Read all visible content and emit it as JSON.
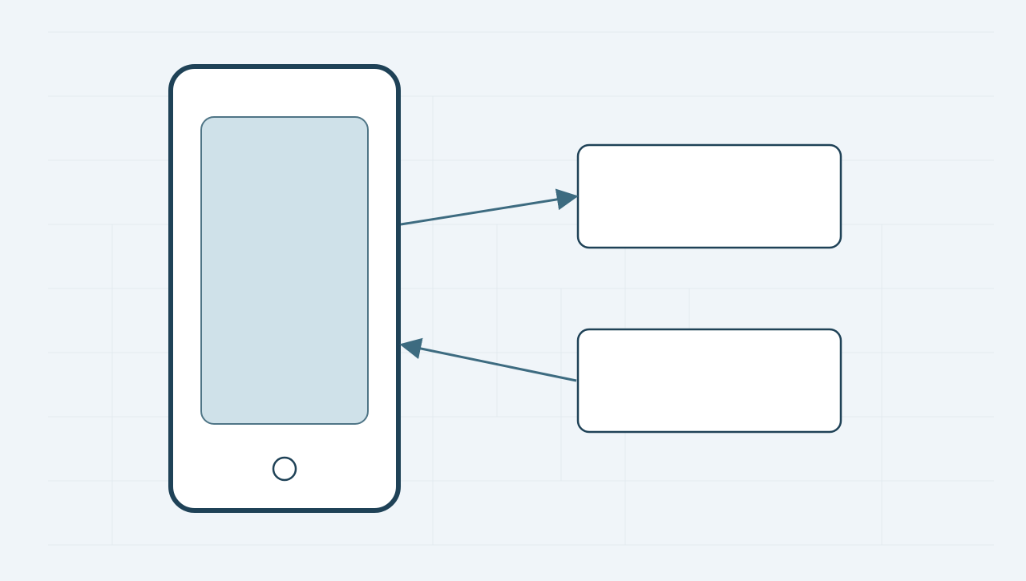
{
  "diagram": {
    "phone": {
      "label": ""
    },
    "boxes": [
      {
        "id": "top-box",
        "label": ""
      },
      {
        "id": "bottom-box",
        "label": ""
      }
    ],
    "arrows": [
      {
        "from": "phone",
        "to": "top-box"
      },
      {
        "from": "bottom-box",
        "to": "phone"
      }
    ]
  },
  "colors": {
    "background": "#f0f5f9",
    "grid_line": "#e3eaf0",
    "outline_dark": "#1f4257",
    "screen_fill": "#cfe1e9",
    "screen_stroke": "#4f7586",
    "arrow": "#3d6b80",
    "box_fill": "#ffffff"
  }
}
